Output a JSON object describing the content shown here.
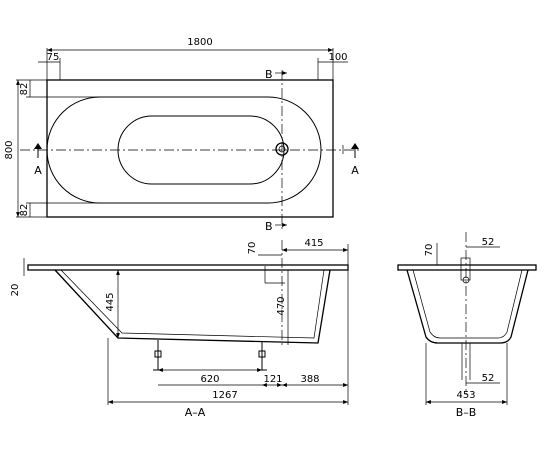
{
  "top_view": {
    "dims": {
      "length": "1800",
      "left_offset": "75",
      "right_offset": "100",
      "width": "800",
      "rim_top": "82",
      "rim_bottom": "82"
    },
    "section_a": "A",
    "section_b": "B"
  },
  "side_view": {
    "dims": {
      "drain_offset_top": "70",
      "drain_offset_end": "415",
      "rim_thickness": "20",
      "depth": "445",
      "drain_height": "470",
      "feet_spacing": "620",
      "feet_offset": "121",
      "end_offset": "388",
      "length_bottom": "1267"
    },
    "label": "A–A"
  },
  "end_view": {
    "dims": {
      "top_offset": "70",
      "top_width": "52",
      "bottom_width": "52",
      "overall": "453"
    },
    "label": "B–B"
  }
}
